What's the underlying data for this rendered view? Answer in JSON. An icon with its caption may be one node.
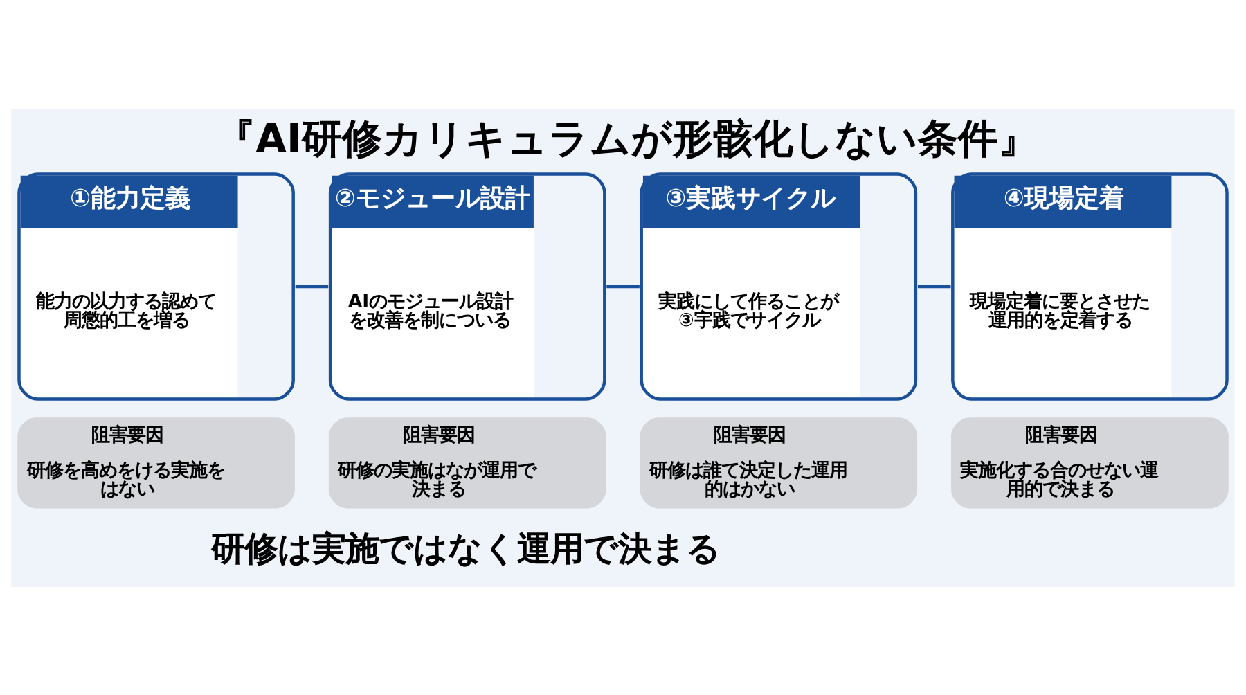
{
  "diagram": {
    "title": "『AI研修カリキュラムが形骸化しない条件』",
    "caption": "研修は実施ではなく運用で決まる",
    "nodes": [
      {
        "text": [
          "①能力定義",
          "能力の以力する認めて周懲的工を増る"
        ]
      },
      {
        "text": [
          "②モジュール設計",
          "AIのモジュール設計を改善を制についる"
        ]
      },
      {
        "text": [
          "③実践サイクル",
          "実践にして作ることが③宇践でサイクル"
        ]
      },
      {
        "text": [
          "④現場定着",
          "現場定着に要とさせた運用的を定着する"
        ]
      },
      {
        "text": [
          "阻害要因",
          "研修を高めをける実施をはない"
        ]
      },
      {
        "text": [
          "阻害要因",
          "研修の実施はなが運用で決まる"
        ]
      },
      {
        "text": [
          "阻害要因",
          "研修は誰て決定した運用的はかない"
        ]
      },
      {
        "text": [
          "阻害要因",
          "実施化する合のせない運用的で決まる"
        ]
      }
    ],
    "edges": [
      {
        "from": 0,
        "to": 1,
        "arrow": "none"
      },
      {
        "from": 1,
        "to": 2,
        "arrow": "none"
      },
      {
        "from": 2,
        "to": 3,
        "arrow": "none"
      }
    ]
  }
}
